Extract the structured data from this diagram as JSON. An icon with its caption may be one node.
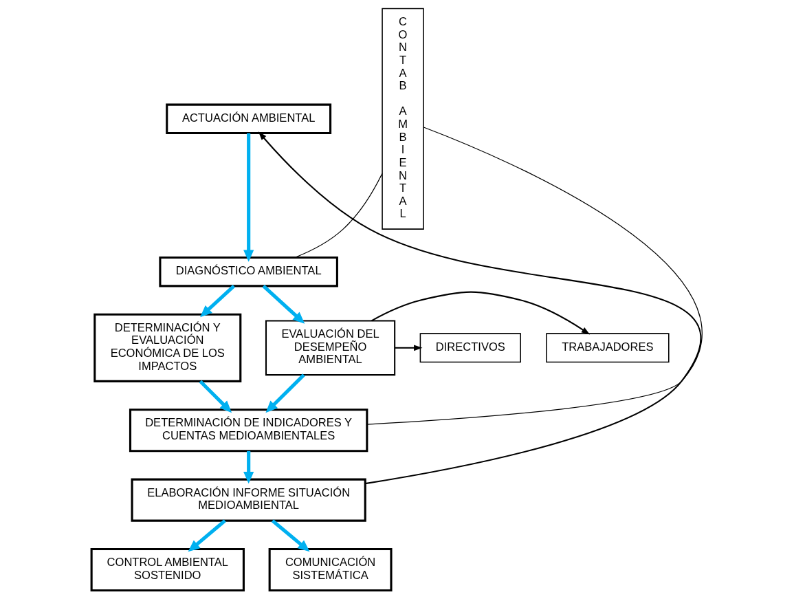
{
  "diagram": {
    "nodes": [
      {
        "text": [
          "ACTUACIÓN AMBIENTAL"
        ]
      },
      {
        "text": [
          "DIAGNÓSTICO AMBIENTAL"
        ]
      },
      {
        "text": [
          "DETERMINACIÓN Y EVALUACIÓN ECONÓMICA DE LOS IMPACTOS"
        ]
      },
      {
        "text": [
          "EVALUACIÓN DEL DESEMPEÑO AMBIENTAL"
        ]
      },
      {
        "text": [
          "TRABAJADORES"
        ]
      },
      {
        "text": [
          "DIRECTIVOS"
        ]
      },
      {
        "text": [
          "DETERMINACIÓN DE INDICADORES Y CUENTAS MEDIOAMBIENTALES"
        ]
      },
      {
        "text": [
          "ELABORACIÓN INFORME SITUACIÓN MEDIOAMBIENTAL"
        ]
      },
      {
        "text": [
          "CONTROL AMBIENTAL SOSTENIDO"
        ]
      },
      {
        "text": [
          "COMUNICACIÓN SISTEMÁTICA"
        ]
      },
      {
        "text": [
          "CONTAB AMBIENTAL"
        ]
      }
    ],
    "edges": [
      {
        "from": 0,
        "to": 1,
        "arrow": "to"
      },
      {
        "from": 1,
        "to": 2,
        "arrow": "to"
      },
      {
        "from": 1,
        "to": 3,
        "arrow": "to"
      },
      {
        "from": 3,
        "to": 4,
        "arrow": "to",
        "color": "#000000"
      },
      {
        "from": 3,
        "to": 5,
        "arrow": "to",
        "color": "#000000"
      },
      {
        "from": 2,
        "to": 6,
        "arrow": "to"
      },
      {
        "from": 3,
        "to": 6,
        "arrow": "to"
      },
      {
        "from": 6,
        "to": 7,
        "arrow": "to"
      },
      {
        "from": 7,
        "to": 8,
        "arrow": "to"
      },
      {
        "from": 7,
        "to": 9,
        "arrow": "to"
      },
      {
        "from": 7,
        "to": 0,
        "arrow": "to",
        "color": "#000000"
      },
      {
        "from": 1,
        "to": 10,
        "arrow": "none",
        "color": "#000000"
      },
      {
        "from": 6,
        "to": 10,
        "arrow": "none",
        "color": "#000000"
      }
    ]
  }
}
